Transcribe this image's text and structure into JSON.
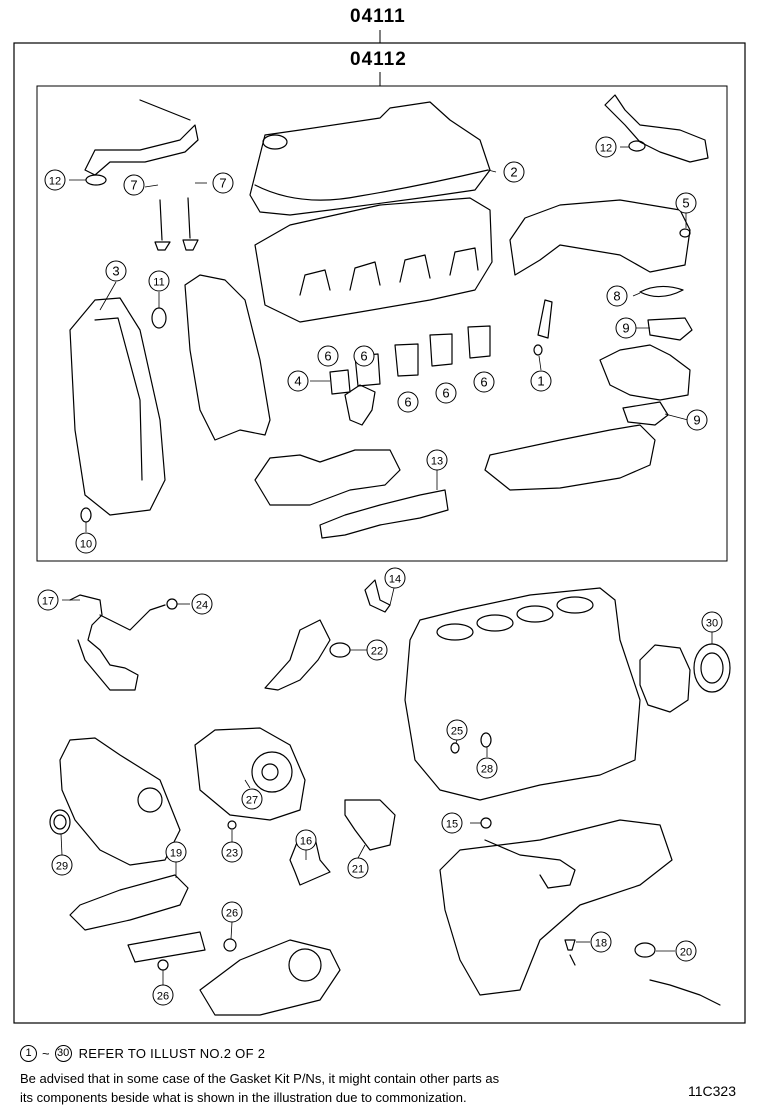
{
  "header": {
    "kit_code_outer": "04111",
    "kit_code_inner": "04112"
  },
  "callouts": [
    "1",
    "2",
    "3",
    "4",
    "5",
    "6",
    "6",
    "6",
    "6",
    "6",
    "7",
    "7",
    "8",
    "9",
    "9",
    "10",
    "11",
    "12",
    "12",
    "13",
    "14",
    "15",
    "16",
    "17",
    "18",
    "19",
    "20",
    "21",
    "22",
    "23",
    "24",
    "25",
    "26",
    "26",
    "27",
    "28",
    "29",
    "30"
  ],
  "footer": {
    "ref_start": "1",
    "ref_tilde": "~",
    "ref_end": "30",
    "ref_text": "REFER TO ILLUST NO.2 OF 2",
    "advice_line1": "Be advised that in some case of the Gasket Kit P/Ns,  it might contain other parts as",
    "advice_line2": "its components beside what is shown in the illustration due to commonization.",
    "illustration_code": "11C323"
  }
}
